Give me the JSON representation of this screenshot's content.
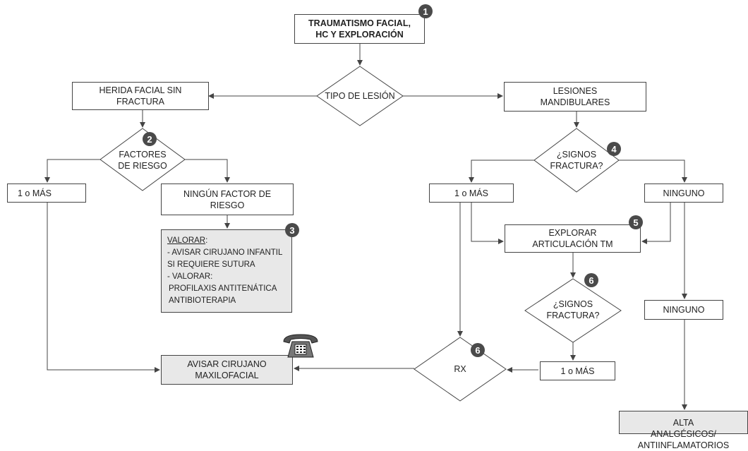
{
  "nodes": {
    "start": "TRAUMATISMO FACIAL,\nHC Y EXPLORACIÓN",
    "tipo": "TIPO DE LESIÓN",
    "herida": "HERIDA FACIAL SIN\nFRACTURA",
    "lesiones": "LESIONES\nMANDIBULARES",
    "factores": "FACTORES\nDE RIESGO",
    "signos1": "¿SIGNOS\nFRACTURA?",
    "uno_mas_left": "1 o MÁS",
    "ningun_factor": "NINGÚN FACTOR DE\nRIESGO",
    "uno_mas_right": "1 o MÁS",
    "ninguno1": "NINGUNO",
    "explorar": "EXPLORAR\nARTICULACIÓN TM",
    "signos2": "¿SIGNOS\nFRACTURA?",
    "ninguno2": "NINGUNO",
    "avisar": "AVISAR CIRUJANO\nMAXILOFACIAL",
    "rx": "RX",
    "uno_mas_bottom": "1 o MÁS",
    "alta": "ALTA\nANALGÉSICOS/\nANTIINFLAMATORIOS"
  },
  "valorar": {
    "title": "VALORAR",
    "title_suffix": ":",
    "lines": [
      "- AVISAR CIRUJANO INFANTIL",
      "SI REQUIERE SUTURA",
      "- VALORAR:",
      "PROFILAXIS ANTITENÁTICA",
      "ANTIBIOTERAPIA"
    ]
  },
  "badges": {
    "b1": "1",
    "b2": "2",
    "b3": "3",
    "b4": "4",
    "b5": "5",
    "b6a": "6",
    "b6b": "6"
  },
  "icons": {
    "phone": "telephone-icon"
  },
  "colors": {
    "line": "#444444",
    "gray_fill": "#e8e8e8",
    "badge": "#4a4a4a"
  }
}
